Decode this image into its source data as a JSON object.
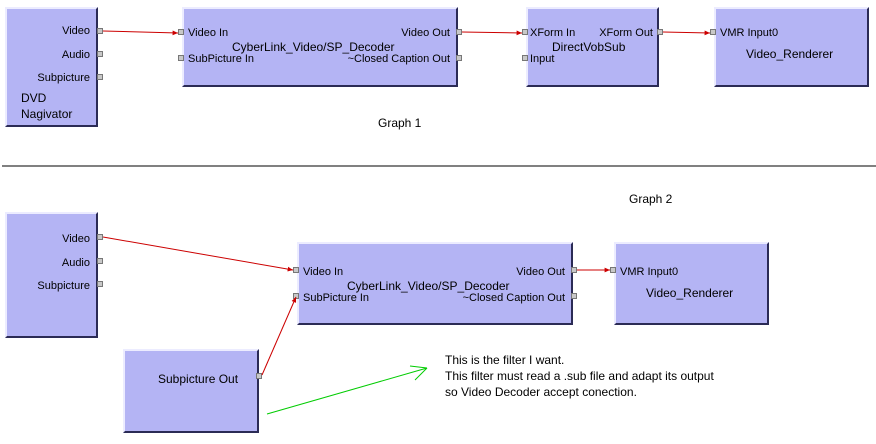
{
  "graph1": {
    "caption": "Graph 1",
    "dvd_navigator": {
      "title_line1": "DVD",
      "title_line2": "Nagivator",
      "pins": [
        "Video",
        "Audio",
        "Subpicture"
      ]
    },
    "decoder": {
      "title": "CyberLink_Video/SP_Decoder",
      "in_pins": [
        "Video In",
        "SubPicture In"
      ],
      "out_pins": [
        "Video Out",
        "~Closed Caption Out"
      ]
    },
    "vobsub": {
      "title": "DirectVobSub",
      "in_pins": [
        "XForm In",
        "Input"
      ],
      "out_pins": [
        "XForm Out"
      ]
    },
    "renderer": {
      "title": "Video_Renderer",
      "in_pins": [
        "VMR Input0"
      ]
    }
  },
  "graph2": {
    "caption": "Graph 2",
    "source": {
      "pins": [
        "Video",
        "Audio",
        "Subpicture"
      ]
    },
    "decoder": {
      "title": "CyberLink_Video/SP_Decoder",
      "in_pins": [
        "Video In",
        "SubPicture In"
      ],
      "out_pins": [
        "Video Out",
        "~Closed Caption Out"
      ]
    },
    "renderer": {
      "title": "Video_Renderer",
      "in_pins": [
        "VMR Input0"
      ]
    },
    "subpicture_filter": {
      "title": "Subpicture Out"
    }
  },
  "note": {
    "lines": [
      "This is the filter I want.",
      "This filter must read a .sub file and adapt its output",
      "so Video Decoder accept conection."
    ]
  },
  "colors": {
    "filter_fill": "#b4b4f4",
    "wire": "#cc0000",
    "arrow": "#00cc00"
  }
}
